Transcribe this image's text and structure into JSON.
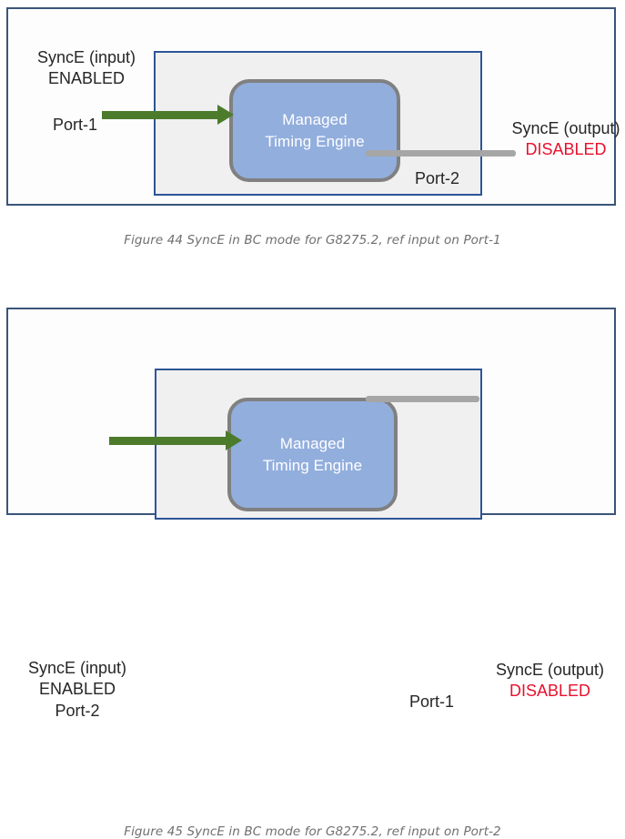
{
  "document": {
    "title": "SyncE in BC mode for G8275.2 diagrams",
    "colors": {
      "panel_border": "#3a5579",
      "device_border": "#2e5597",
      "device_fill": "#f0f0f0",
      "engine_fill": "#92aedd",
      "engine_border": "#808080",
      "arrow_green": "#4c7b2c",
      "line_gray": "#a6a6a6",
      "disabled_red": "#e8112d",
      "caption_gray": "#6d6f71"
    }
  },
  "figures": [
    {
      "id": "figure-44",
      "caption": "Figure 44 SyncE in BC mode for G8275.2, ref input on Port-1",
      "engine": {
        "line1": "Managed",
        "line2": "Timing Engine"
      },
      "input": {
        "title": "SyncE (input)",
        "state": "ENABLED",
        "port": "Port-1",
        "connector": "green-arrow"
      },
      "output": {
        "title": "SyncE (output)",
        "state": "DISABLED",
        "port": "Port-2",
        "connector": "gray-line"
      }
    },
    {
      "id": "figure-45",
      "caption": "Figure 45 SyncE in BC mode for G8275.2, ref input on Port-2",
      "engine": {
        "line1": "Managed",
        "line2": "Timing Engine"
      },
      "input": {
        "title": "SyncE (input)",
        "state": "ENABLED",
        "port": "Port-2",
        "connector": "green-arrow"
      },
      "output": {
        "title": "SyncE (output)",
        "state": "DISABLED",
        "port": "Port-1",
        "connector": "gray-line"
      }
    }
  ]
}
